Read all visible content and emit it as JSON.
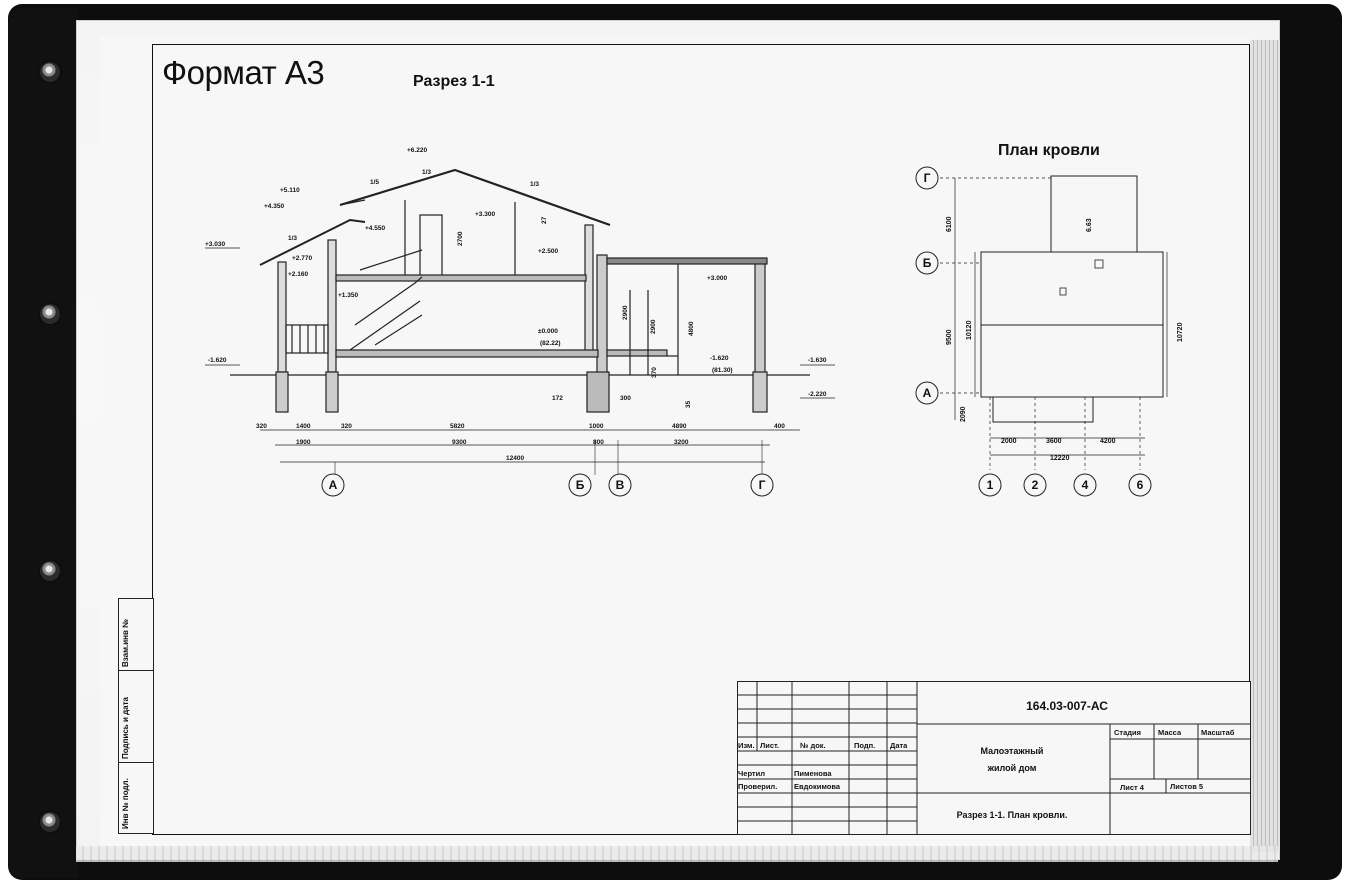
{
  "sheet": {
    "format_title": "Формат А3",
    "section_title": "Разрез 1-1",
    "roof_plan_title": "План кровли"
  },
  "section_drawing": {
    "elevations": [
      "+6.220",
      "+5.110",
      "+4.350",
      "+4.550",
      "+3.300",
      "+3.030",
      "+2.770",
      "+2.160",
      "+2.500",
      "+1.350",
      "+3.000",
      "±0.000",
      "(82.22)",
      "-1.620",
      "-1.620",
      "(81.30)",
      "-1.630",
      "-2.220"
    ],
    "slopes": [
      "1/5",
      "1/3",
      "1/3",
      "1/3"
    ],
    "heights": [
      "2700",
      "2900",
      "2900",
      "4800",
      "370",
      "27"
    ],
    "small_dims": [
      "172",
      "300",
      "35"
    ],
    "dims_row1": [
      "320",
      "1400",
      "320",
      "5820",
      "1000",
      "4890",
      "400"
    ],
    "dims_row2": [
      "1900",
      "9300",
      "800",
      "3200"
    ],
    "dims_total": "12400",
    "axes": [
      "А",
      "Б",
      "В",
      "Г"
    ]
  },
  "roof_plan": {
    "axes_left": [
      "Г",
      "Б",
      "А"
    ],
    "axes_bottom": [
      "1",
      "2",
      "4",
      "6"
    ],
    "vertical_dims": [
      "6100",
      "9500",
      "10120",
      "2090"
    ],
    "right_dim": "10720",
    "top_label": "6.63",
    "bottom_dims": [
      "2000",
      "3600",
      "4200"
    ],
    "bottom_total": "12220"
  },
  "title_block": {
    "code": "164.03-007-АС",
    "headers": [
      "Изм.",
      "Лист.",
      "№ док.",
      "Подп.",
      "Дата"
    ],
    "role_drawn": "Чертил",
    "name_drawn": "Пименова",
    "role_checked": "Проверил.",
    "name_checked": "Евдокимова",
    "object_line1": "Малоэтажный",
    "object_line2": "жилой дом",
    "sheet_content": "Разрез 1-1. План кровли.",
    "stage": "Стадия",
    "mass": "Масса",
    "scale": "Масштаб",
    "sheet_label": "Лист 4",
    "sheets_label": "Листов 5"
  },
  "side_stamp": {
    "inv_orig": "Инв № подл.",
    "sign_date": "Подпись и дата",
    "inv_dub": "Взам.инв №"
  }
}
